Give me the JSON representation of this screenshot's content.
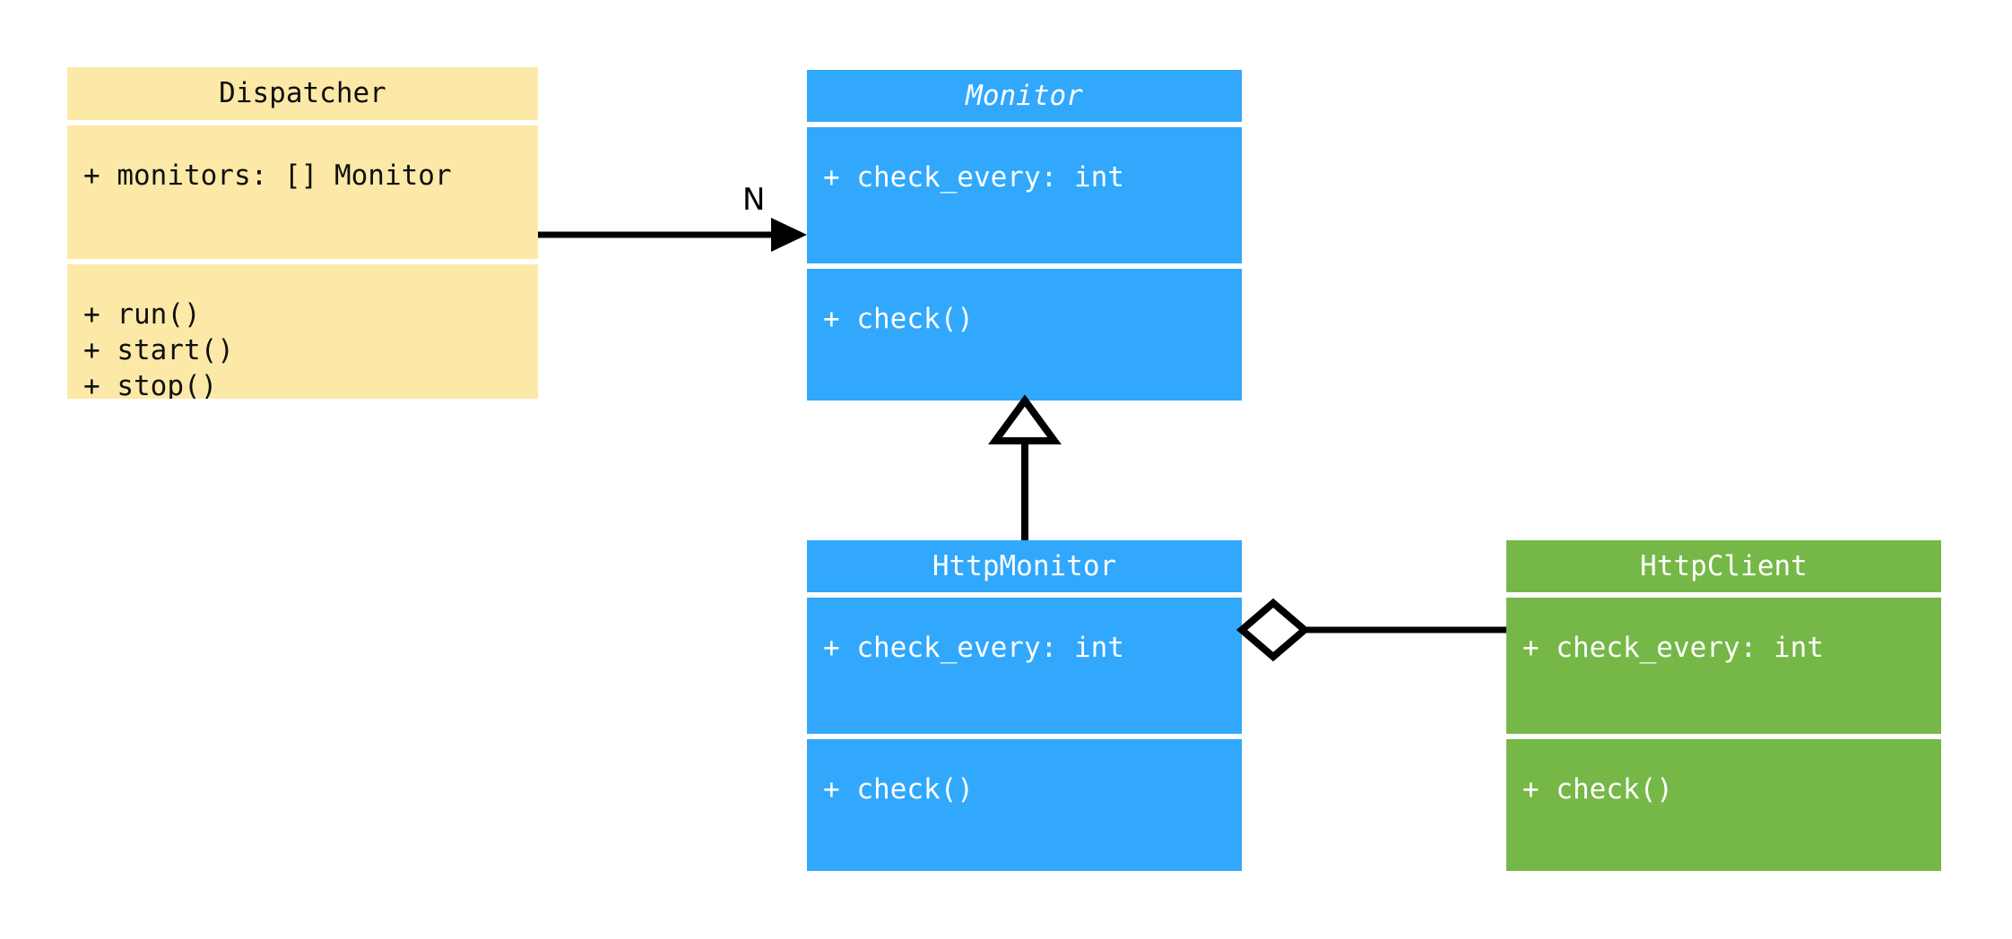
{
  "diagram": {
    "type": "uml-class-diagram",
    "background_color": "#ffffff",
    "colors": {
      "dispatcher_fill": "#fce9a8",
      "dispatcher_text": "#101010",
      "monitor_fill": "#31a8fc",
      "monitor_text": "#ffffff",
      "httpclient_fill": "#76b847",
      "httpclient_text": "#ffffff",
      "connector_stroke": "#000000"
    }
  },
  "classes": {
    "dispatcher": {
      "name": "Dispatcher",
      "abstract": false,
      "attributes": [
        "+ monitors: [] Monitor"
      ],
      "methods": [
        "+ run()",
        "+ start()",
        "+ stop()"
      ]
    },
    "monitor": {
      "name": "Monitor",
      "abstract": true,
      "attributes": [
        "+ check_every: int"
      ],
      "methods": [
        "+ check()"
      ]
    },
    "http_monitor": {
      "name": "HttpMonitor",
      "abstract": false,
      "attributes": [
        "+ check_every: int"
      ],
      "methods": [
        "+ check()"
      ]
    },
    "http_client": {
      "name": "HttpClient",
      "abstract": false,
      "attributes": [
        "+ check_every: int"
      ],
      "methods": [
        "+ check()"
      ]
    }
  },
  "relations": {
    "dispatcher_to_monitor": {
      "kind": "association-arrow",
      "from": "Dispatcher",
      "to": "Monitor",
      "multiplicity_label": "N"
    },
    "http_monitor_to_monitor": {
      "kind": "generalization",
      "from": "HttpMonitor",
      "to": "Monitor",
      "multiplicity_label": ""
    },
    "http_monitor_to_http_client": {
      "kind": "aggregation",
      "from": "HttpMonitor",
      "to": "HttpClient",
      "multiplicity_label": ""
    }
  }
}
